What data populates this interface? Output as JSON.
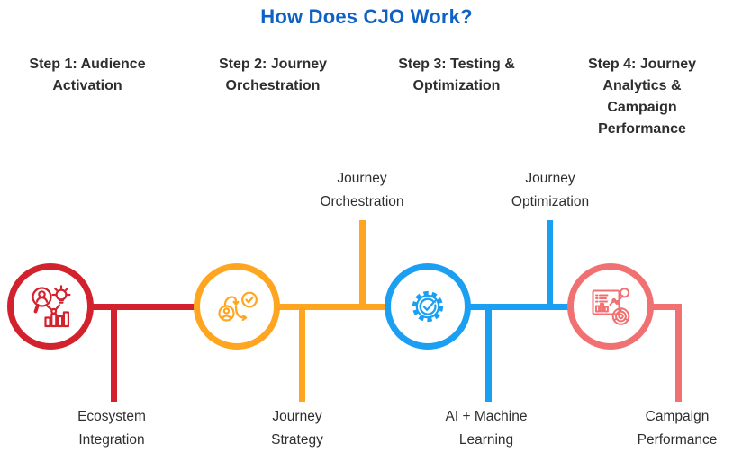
{
  "title": {
    "text": "How Does CJO Work?",
    "color": "#0F62C4"
  },
  "colors": {
    "text": "#2E2E2E",
    "background": "#FFFFFF"
  },
  "steps": [
    {
      "header": {
        "text": "Step 1: Audience Activation",
        "lines": [
          "Step 1: Audience",
          "Activation"
        ]
      },
      "color": "#D2222D",
      "icon": "audience-search-icon",
      "top_branch_label": null,
      "bottom_branch_label": {
        "text": "Ecosystem Integration",
        "lines": [
          "Ecosystem",
          "Integration"
        ]
      }
    },
    {
      "header": {
        "text": "Step 2: Journey Orchestration",
        "lines": [
          "Step 2: Journey",
          "Orchestration"
        ]
      },
      "color": "#FFA51F",
      "icon": "journey-flow-icon",
      "top_branch_label": {
        "text": "Journey Orchestration",
        "lines": [
          "Journey",
          "Orchestration"
        ]
      },
      "bottom_branch_label": {
        "text": "Journey Strategy",
        "lines": [
          "Journey",
          "Strategy"
        ]
      }
    },
    {
      "header": {
        "text": "Step 3: Testing & Optimization",
        "lines": [
          "Step 3: Testing &",
          "Optimization"
        ]
      },
      "color": "#1B9FF2",
      "icon": "gear-check-icon",
      "top_branch_label": {
        "text": "Journey Optimization",
        "lines": [
          "Journey",
          "Optimization"
        ]
      },
      "bottom_branch_label": {
        "text": "AI + Machine Learning",
        "lines": [
          "AI + Machine",
          "Learning"
        ]
      }
    },
    {
      "header": {
        "text": "Step 4: Journey Analytics & Campaign Performance",
        "lines": [
          "Step 4: Journey",
          "Analytics &",
          "Campaign",
          "Performance"
        ]
      },
      "color": "#F17173",
      "icon": "analytics-dashboard-icon",
      "top_branch_label": null,
      "bottom_branch_label": {
        "text": "Campaign Performance",
        "lines": [
          "Campaign",
          "Performance"
        ]
      }
    }
  ]
}
